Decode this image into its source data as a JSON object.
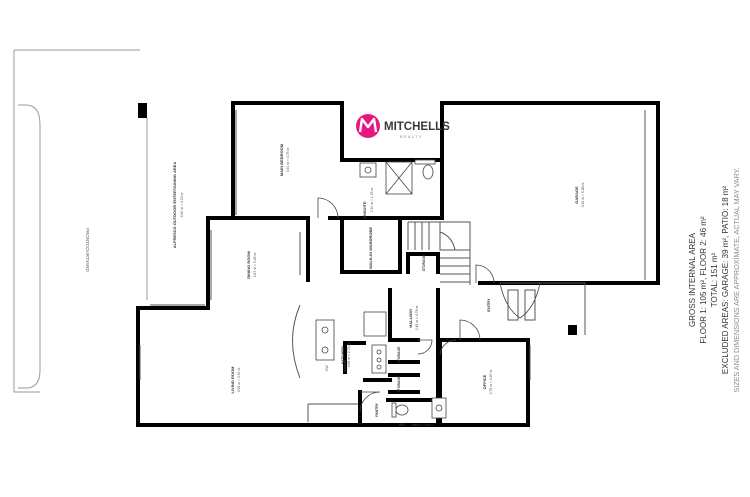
{
  "brand": {
    "name": "MITCHELLS",
    "tagline": "REALTY",
    "accent": "#e6187f"
  },
  "rooms": {
    "frontcourtyard": "FRONTCOURTYARD",
    "alfresco_title": "ALFRESCO OUTDOOR ENTERTAINING AREA",
    "alfresco_dim": "6.90 m × 3.23 m",
    "main_bedroom": "MAIN BEDROOM",
    "main_bedroom_dim": "3.91 m × 3.75 m",
    "ensuite": "ENSUITE",
    "ensuite_dim": "1.90 m × 1.35 m",
    "walk_in_wardrobe": "WALK-IN WARDROBE",
    "garage": "GARAGE",
    "garage_dim": "5.92 m × 6.88 m",
    "dining": "DINING ROOM",
    "dining_dim": "2.87 m × 3.45 m",
    "living": "LIVING ROOM",
    "living_dim": "3.94 m × 3.91 m",
    "kitchen": "KITCHEN",
    "kitchen_dim": "3.69 m × 2.75 m",
    "dw": "DW",
    "storage": "STORAGE",
    "hallway": "HALLWAY",
    "hallway_dim": "2.49 m × 4.74 m",
    "entry": "ENTRY",
    "office": "OFFICE",
    "office_dim": "2.79 m × 3.87 m",
    "pantry": "PANTRY",
    "wc": "W/C",
    "wc_dim": "0.85 m × 1.27 m"
  },
  "area_summary": {
    "title": "GROSS INTERNAL AREA",
    "floors": "FLOOR 1: 105 m², FLOOR 2: 46 m²",
    "total": "TOTAL: 151 m²",
    "excluded": "EXCLUDED AREAS: GARAGE: 39 m², PATIO: 18 m²",
    "disclaimer": "SIZES AND DIMENSIONS ARE APPROXIMATE, ACTUAL MAY VARY."
  }
}
